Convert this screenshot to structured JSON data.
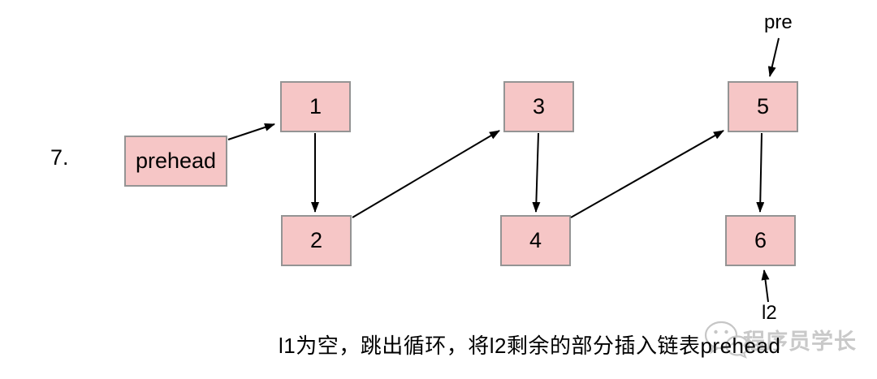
{
  "step_label": "7.",
  "diagram": {
    "nodes": {
      "prehead": "prehead",
      "n1": "1",
      "n2": "2",
      "n3": "3",
      "n4": "4",
      "n5": "5",
      "n6": "6"
    },
    "pointers": {
      "pre": "pre",
      "l2": "l2"
    },
    "edges": [
      "prehead -> 1",
      "1 -> 2",
      "2 -> 3",
      "3 -> 4",
      "4 -> 5",
      "5 -> 6",
      "pre -> 5",
      "l2 -> 6"
    ]
  },
  "caption": "l1为空，跳出循环，将l2剩余的部分插入链表prehead",
  "watermark": {
    "icon": "wechat-icon",
    "text": "程序员学长"
  },
  "colors": {
    "node_fill": "#f6c6c6",
    "node_border": "#949494",
    "arrow": "#000000",
    "watermark_gray": "#c9c9c9"
  }
}
